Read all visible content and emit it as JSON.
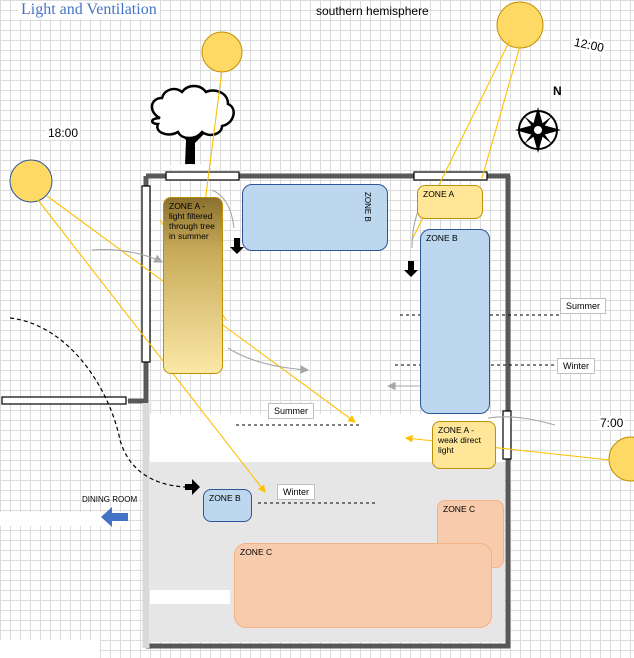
{
  "title": "Light and Ventilation",
  "hemisphere": "southern hemisphere",
  "times": {
    "t1800": "18:00",
    "t1200": "12:00",
    "t0700": "7:00"
  },
  "compass": {
    "label": "N",
    "icon": "compass-rose-icon"
  },
  "rooms": {
    "dining": "DINING ROOM"
  },
  "seasons": {
    "summer": "Summer",
    "winter": "Winter"
  },
  "zones": {
    "a_tree": "ZONE A  - light filtered through tree in summer",
    "a_top": "ZONE A",
    "a_weak": "ZONE A - weak direct light",
    "b_top": "ZONE B",
    "b_right": "ZONE B",
    "b_small": "ZONE B",
    "c_right": "ZONE C",
    "c_main": "ZONE C"
  },
  "colors": {
    "zone_a": "#ffe699",
    "zone_b": "#bdd7ee",
    "zone_c": "#f8cbad",
    "sun": "#ffd966",
    "sun_ray": "#ffc000",
    "wall": "#595959",
    "title": "#4472c4",
    "arrow": "#4472c4"
  }
}
